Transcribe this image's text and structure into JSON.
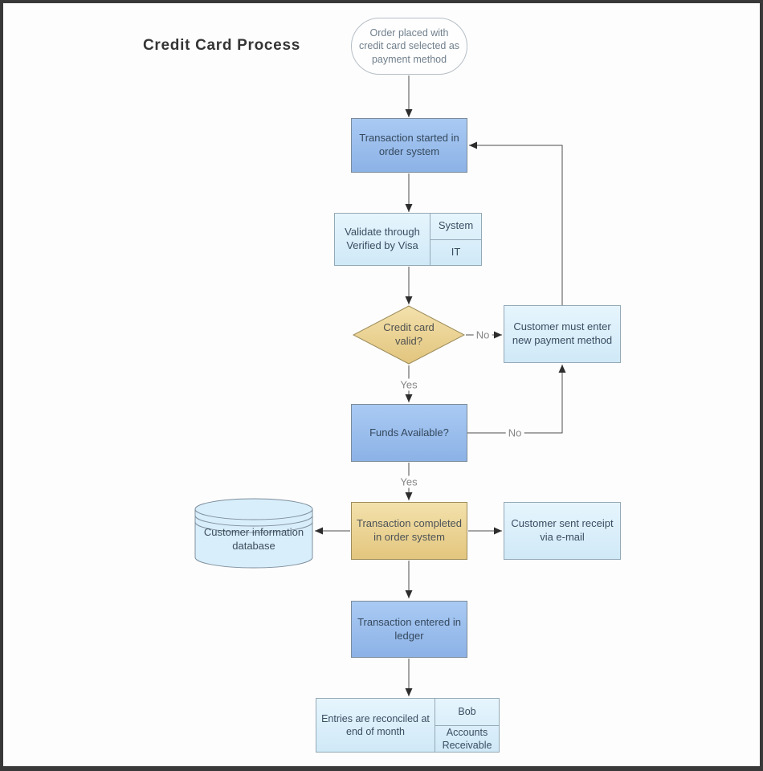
{
  "title": "Credit Card Process",
  "colors": {
    "process_blue": "#9ec4f0",
    "info_light_blue": "#daeffb",
    "decision_tan": "#ead29a",
    "frame": "#393939",
    "connector_line": "#4d4d4d",
    "edge_label_gray": "#878787"
  },
  "nodes": {
    "start": {
      "label": "Order placed with credit card selected as payment method"
    },
    "transaction_started": {
      "label": "Transaction started in order system"
    },
    "validate": {
      "label": "Validate through Verified by Visa",
      "lane_top": "System",
      "lane_bottom": "IT"
    },
    "credit_card_valid": {
      "label": "Credit card valid?"
    },
    "customer_new_payment": {
      "label": "Customer must enter new payment method"
    },
    "funds_available": {
      "label": "Funds Available?"
    },
    "customer_database": {
      "label": "Customer information database"
    },
    "transaction_completed": {
      "label": "Transaction completed in order system"
    },
    "customer_receipt": {
      "label": "Customer sent receipt via e-mail"
    },
    "transaction_ledger": {
      "label": "Transaction entered in ledger"
    },
    "entries_reconciled": {
      "label": "Entries are reconciled at end of month",
      "lane_top": "Bob",
      "lane_bottom": "Accounts Receivable"
    }
  },
  "edge_labels": {
    "valid_no": "No",
    "valid_yes": "Yes",
    "funds_no": "No",
    "funds_yes": "Yes"
  }
}
